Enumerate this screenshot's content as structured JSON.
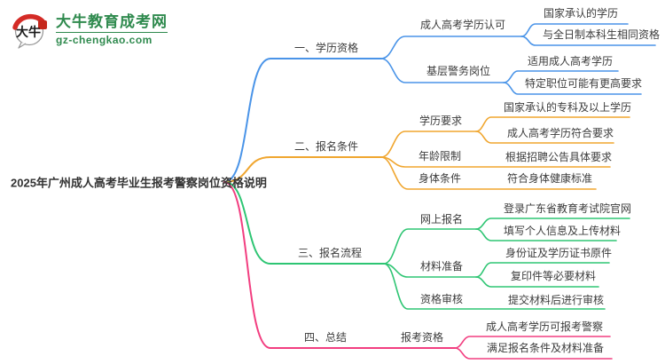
{
  "logo": {
    "badge_text": "大牛",
    "site_name": "大牛教育成考网",
    "site_domain": "gz-chengkao.com"
  },
  "theme": {
    "branch_colors": [
      "#4a94e8",
      "#f0a62f",
      "#2ec573",
      "#f23e80"
    ],
    "logo_green": "#2f8a4e",
    "text_color": "#3c3c3c",
    "root_text_color": "#333333"
  },
  "root": {
    "label": "2025年广州成人高考毕业生报考警察岗位资格说明"
  },
  "branches": [
    {
      "label": "一、学历资格",
      "children": [
        {
          "label": "成人高考学历认可",
          "children": [
            {
              "label": "国家承认的学历"
            },
            {
              "label": "与全日制本科生相同资格"
            }
          ]
        },
        {
          "label": "基层警务岗位",
          "children": [
            {
              "label": "适用成人高考学历"
            },
            {
              "label": "特定职位可能有更高要求"
            }
          ]
        }
      ]
    },
    {
      "label": "二、报名条件",
      "children": [
        {
          "label": "学历要求",
          "children": [
            {
              "label": "国家承认的专科及以上学历"
            },
            {
              "label": "成人高考学历符合要求"
            }
          ]
        },
        {
          "label": "年龄限制",
          "children": [
            {
              "label": "根据招聘公告具体要求"
            }
          ]
        },
        {
          "label": "身体条件",
          "children": [
            {
              "label": "符合身体健康标准"
            }
          ]
        }
      ]
    },
    {
      "label": "三、报名流程",
      "children": [
        {
          "label": "网上报名",
          "children": [
            {
              "label": "登录广东省教育考试院官网"
            },
            {
              "label": "填写个人信息及上传材料"
            }
          ]
        },
        {
          "label": "材料准备",
          "children": [
            {
              "label": "身份证及学历证书原件"
            },
            {
              "label": "复印件等必要材料"
            }
          ]
        },
        {
          "label": "资格审核",
          "children": [
            {
              "label": "提交材料后进行审核"
            }
          ]
        }
      ]
    },
    {
      "label": "四、总结",
      "children": [
        {
          "label": "报考资格",
          "children": [
            {
              "label": "成人高考学历可报考警察"
            },
            {
              "label": "满足报名条件及材料准备"
            }
          ]
        }
      ]
    }
  ]
}
